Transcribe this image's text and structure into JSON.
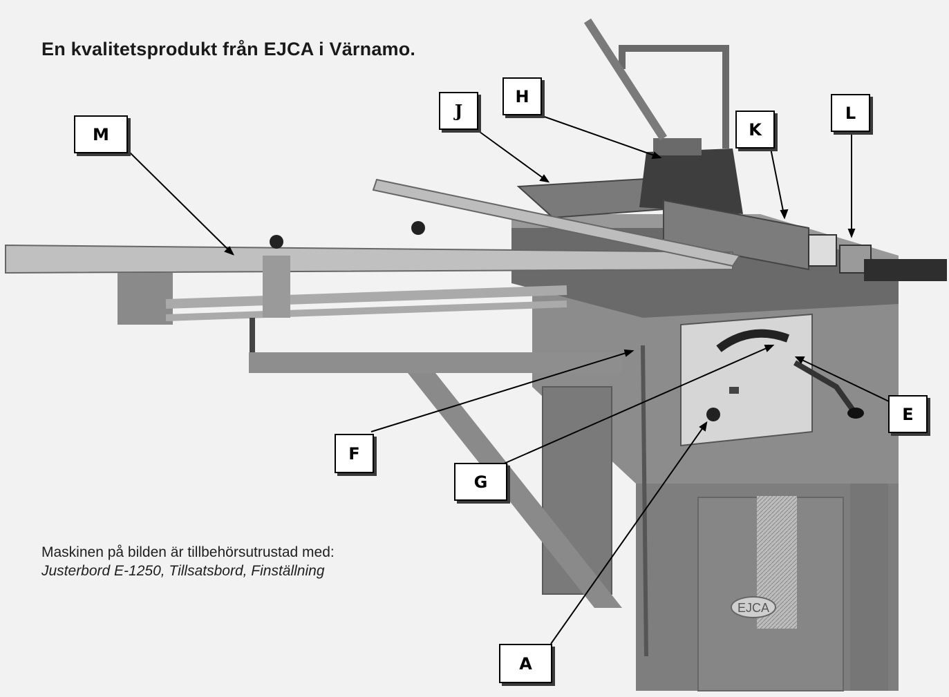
{
  "headline": "En kvalitetsprodukt från EJCA i Värnamo.",
  "caption": {
    "line1": "Maskinen på bilden är tillbehörsutrustad med:",
    "line2": "Justerbord E-1250, Tillsatsbord, Finställning"
  },
  "brand_plate": "EJCA",
  "callouts": {
    "M": "M",
    "J": "J",
    "H": "H",
    "K": "K",
    "L": "L",
    "E": "E",
    "F": "F",
    "G": "G",
    "A": "A"
  },
  "colors": {
    "background": "#f2f2f2",
    "machine_body": "#8a8a8a",
    "machine_dark": "#4a4a4a",
    "rail": "#b8b8b8",
    "panel": "#d8d8d8"
  }
}
